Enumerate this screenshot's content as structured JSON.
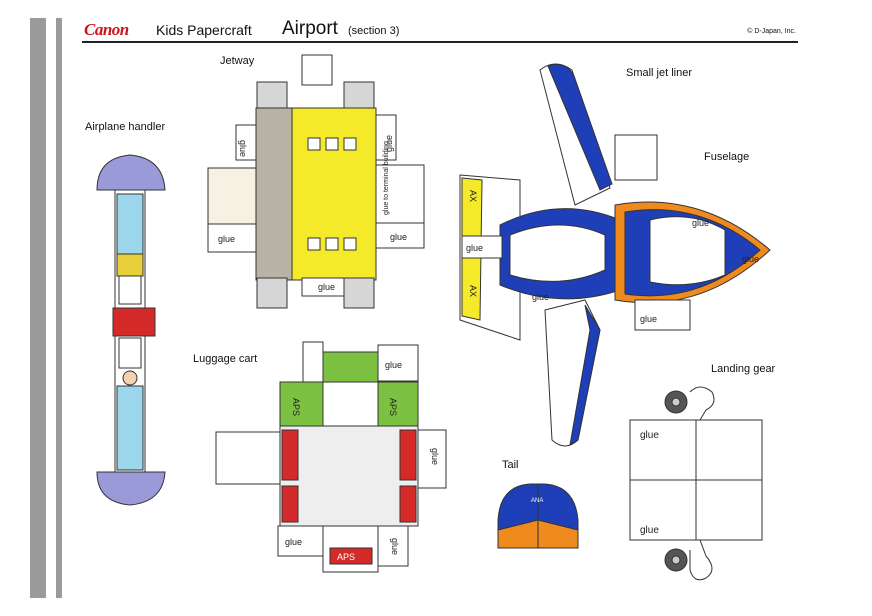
{
  "header": {
    "brand": "Canon",
    "series": "Kids Papercraft",
    "title": "Airport",
    "section": "(section 3)",
    "copyright": "© D-Japan, Inc."
  },
  "parts": {
    "jetway": "Jetway",
    "airplane_handler": "Airplane handler",
    "luggage_cart": "Luggage cart",
    "small_jet_liner": "Small jet liner",
    "fuselage": "Fuselage",
    "landing_gear": "Landing gear",
    "tail": "Tail"
  },
  "labels": {
    "glue": "glue",
    "glue_to_terminal": "glue to terminal building",
    "ana": "ANA",
    "aps": "APS",
    "ax": "AX"
  },
  "colors": {
    "brand_red": "#d0121b",
    "jetway_yellow": "#f4ea2a",
    "cart_green": "#7cc142",
    "cart_red": "#d42a2a",
    "plane_blue": "#1f3fb8",
    "plane_orange": "#ef8a1e",
    "handler_blue": "#9cd6ea",
    "lavender": "#9a9ad8"
  }
}
